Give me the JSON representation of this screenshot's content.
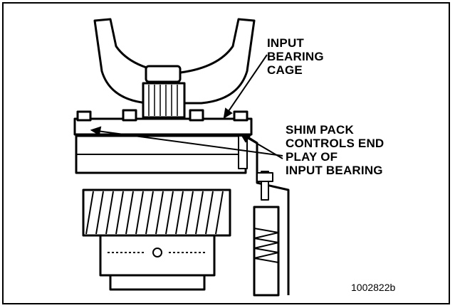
{
  "diagram": {
    "labels": {
      "input_bearing_cage": "INPUT\nBEARING\nCAGE",
      "shim_pack": "SHIM PACK\nCONTROLS END\nPLAY OF\nINPUT BEARING"
    },
    "figure_id": "1002822b"
  }
}
